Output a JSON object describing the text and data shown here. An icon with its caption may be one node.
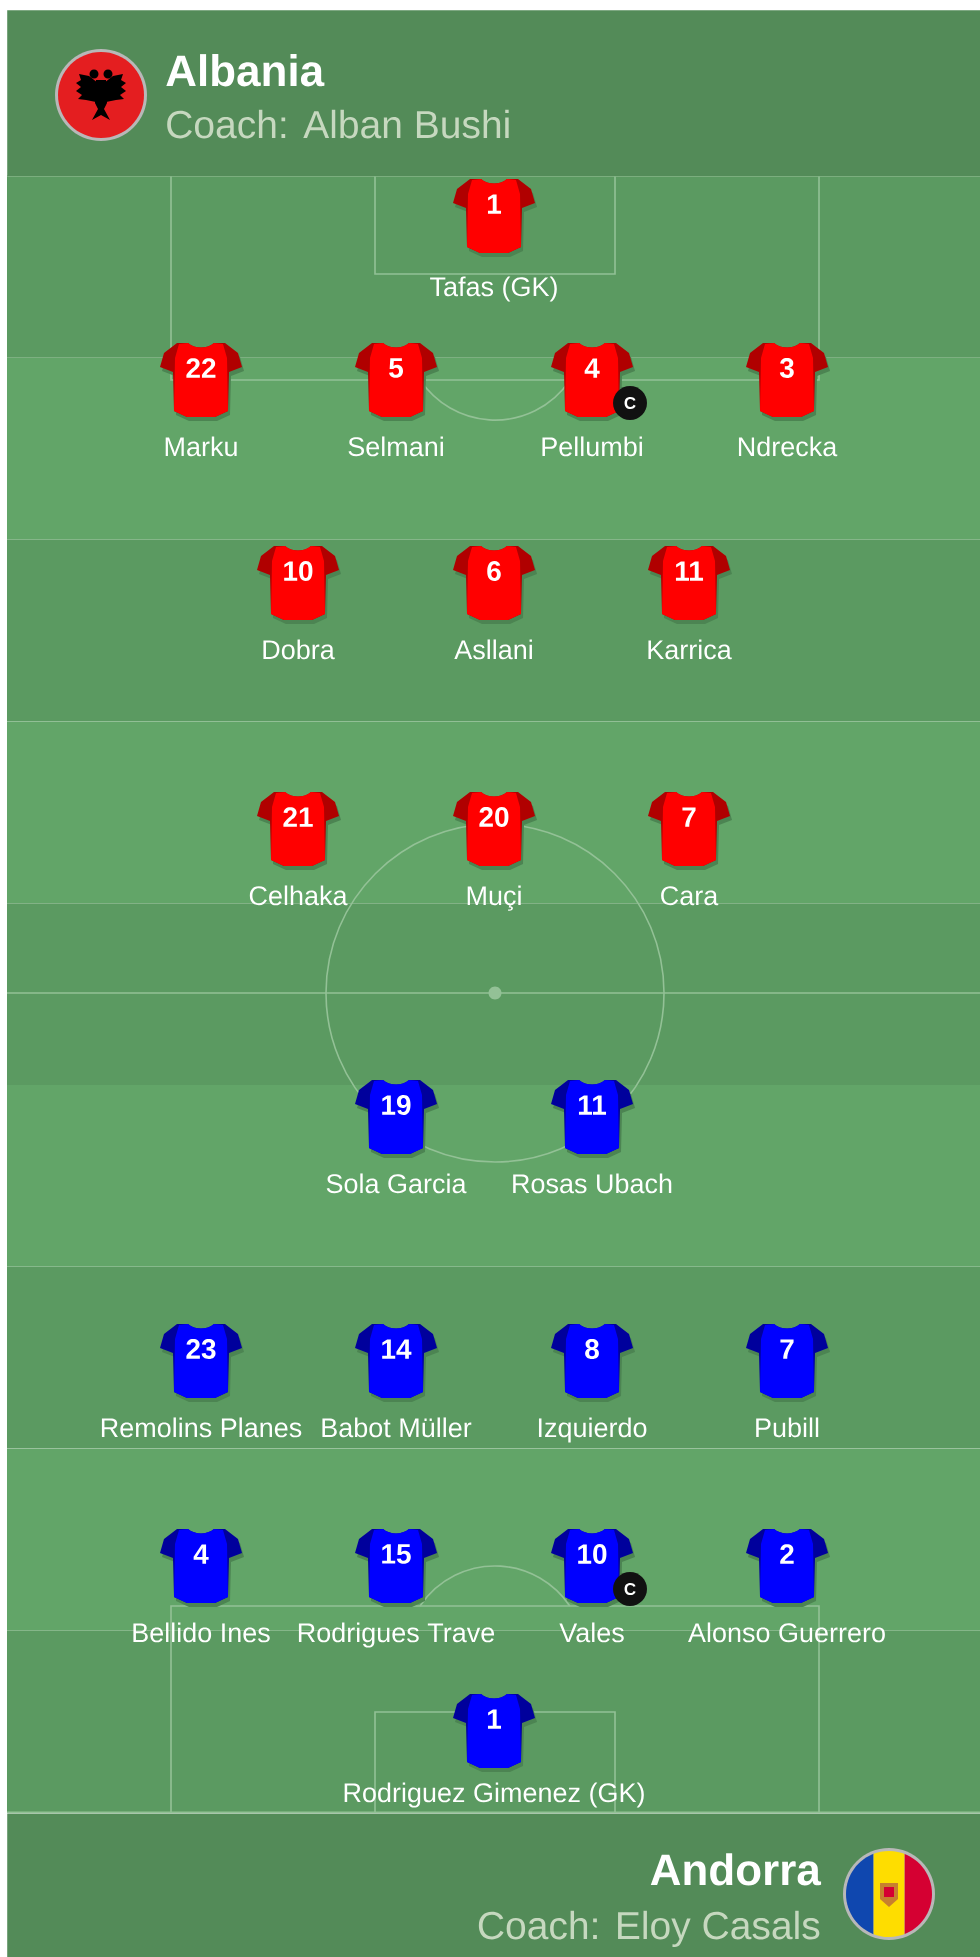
{
  "diagram": {
    "nodes": [
      {
        "text": [
          "Albania",
          "Coach: Alban Bushi"
        ]
      },
      {
        "text": [
          "1"
        ],
        "beside": [
          "Tafas (GK)"
        ]
      },
      {
        "text": [
          "22"
        ],
        "beside": [
          "Marku"
        ]
      },
      {
        "text": [
          "5"
        ],
        "beside": [
          "Selmani"
        ]
      },
      {
        "text": [
          "4"
        ],
        "beside": [
          "Pellumbi"
        ]
      },
      {
        "text": [
          "C"
        ]
      },
      {
        "text": [
          "3"
        ],
        "beside": [
          "Ndrecka"
        ]
      },
      {
        "text": [
          "10"
        ],
        "beside": [
          "Dobra"
        ]
      },
      {
        "text": [
          "6"
        ],
        "beside": [
          "Asllani"
        ]
      },
      {
        "text": [
          "11"
        ],
        "beside": [
          "Karrica"
        ]
      },
      {
        "text": [
          "21"
        ],
        "beside": [
          "Celhaka"
        ]
      },
      {
        "text": [
          "20"
        ],
        "beside": [
          "Muçi"
        ]
      },
      {
        "text": [
          "7"
        ],
        "beside": [
          "Cara"
        ]
      },
      {
        "text": [
          "19"
        ],
        "beside": [
          "Sola Garcia"
        ]
      },
      {
        "text": [
          "11"
        ],
        "beside": [
          "Rosas Ubach"
        ]
      },
      {
        "text": [
          "23"
        ],
        "beside": [
          "Remolins Planes"
        ]
      },
      {
        "text": [
          "14"
        ],
        "beside": [
          "Babot Müller"
        ]
      },
      {
        "text": [
          "8"
        ],
        "beside": [
          "Izquierdo"
        ]
      },
      {
        "text": [
          "7"
        ],
        "beside": [
          "Pubill"
        ]
      },
      {
        "text": [
          "4"
        ],
        "beside": [
          "Bellido Ines"
        ]
      },
      {
        "text": [
          "15"
        ],
        "beside": [
          "Rodrigues Trave"
        ]
      },
      {
        "text": [
          "10"
        ],
        "beside": [
          "Vales"
        ]
      },
      {
        "text": [
          "C"
        ]
      },
      {
        "text": [
          "2"
        ],
        "beside": [
          "Alonso Guerrero"
        ]
      },
      {
        "text": [
          "1"
        ],
        "beside": [
          "Rodriguez Gimenez (GK)"
        ]
      },
      {
        "text": [
          "Andorra",
          "Coach: Eloy Casals"
        ]
      }
    ]
  }
}
